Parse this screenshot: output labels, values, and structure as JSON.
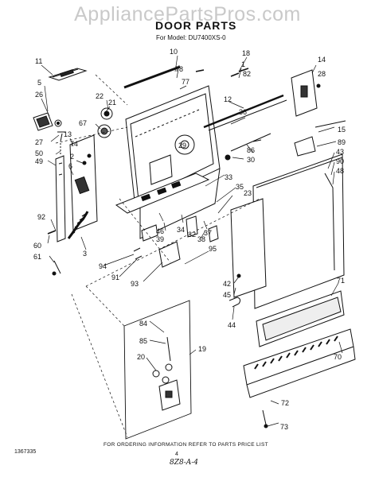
{
  "watermark": "AppliancePartsPros.com",
  "title": "DOOR PARTS",
  "model": "For Model: DU7400XS-0",
  "footer": "FOR ORDERING INFORMATION REFER TO PARTS PRICE LIST",
  "page_number": "4",
  "sheet": "8Z8-A-4",
  "doc_number": "1367335",
  "labels": {
    "l11": "11",
    "l10": "10",
    "l18": "18",
    "l1": "1",
    "l14": "14",
    "l78": "78",
    "l77": "77",
    "l82": "82",
    "l28": "28",
    "l5": "5",
    "l26": "26",
    "l22": "22",
    "l21": "21",
    "l12": "12",
    "l36": "36",
    "l67": "67",
    "l13": "13",
    "l15": "15",
    "l89": "89",
    "l29": "29",
    "l86": "86",
    "l30": "30",
    "l27": "27",
    "l50": "50",
    "l74": "74",
    "l2": "2",
    "l49": "49",
    "l6": "6",
    "l43": "43",
    "l90": "90",
    "l48": "48",
    "l33": "33",
    "l35": "35",
    "l23": "23",
    "l92": "92",
    "l60": "60",
    "l61": "61",
    "l3": "3",
    "l46": "46",
    "l39": "39",
    "l34": "34",
    "l32": "32",
    "l38": "38",
    "l37": "37",
    "l94": "94",
    "l91": "91",
    "l95": "95",
    "l93": "93",
    "l42": "42",
    "l45": "45",
    "l44": "44",
    "l71": "71",
    "l84": "84",
    "l85": "85",
    "l19": "19",
    "l20": "20",
    "l70": "70",
    "l72": "72",
    "l73": "73"
  }
}
